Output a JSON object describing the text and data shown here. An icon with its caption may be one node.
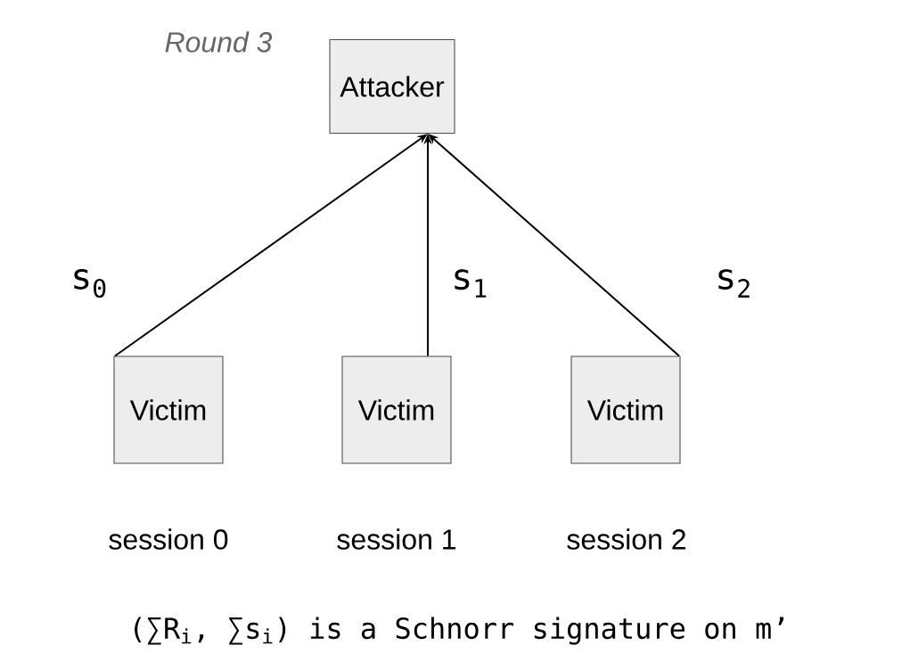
{
  "diagram": {
    "nodes": [
      {
        "text": [
          "Attacker"
        ],
        "beside": [
          "Round 3"
        ]
      },
      {
        "text": [
          "Victim"
        ],
        "beside": [
          "session 0"
        ]
      },
      {
        "text": [
          "Victim"
        ],
        "beside": [
          "session 1"
        ]
      },
      {
        "text": [
          "Victim"
        ],
        "beside": [
          "session 2"
        ]
      }
    ],
    "edges": [
      {
        "from": 1,
        "to": 0,
        "arrow": "to",
        "label": "s$_{0}$"
      },
      {
        "from": 2,
        "to": 0,
        "arrow": "to",
        "label": "s$_{1}$"
      },
      {
        "from": 3,
        "to": 0,
        "arrow": "to",
        "label": "s$_{2}$"
      }
    ],
    "labels": [
      "(∑R$_{i}$, ∑s$_{i}$) is a Schnorr signature on m’"
    ]
  }
}
